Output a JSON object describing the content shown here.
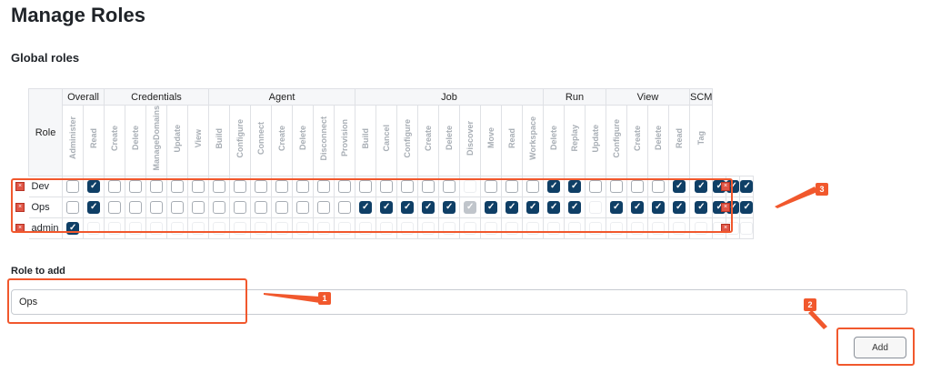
{
  "page": {
    "title": "Manage Roles",
    "section": "Global roles"
  },
  "table": {
    "role_header": "Role",
    "groups": [
      {
        "label": "Overall",
        "perms": [
          "Administer",
          "Read"
        ]
      },
      {
        "label": "Credentials",
        "perms": [
          "Create",
          "Delete",
          "ManageDomains",
          "Update",
          "View"
        ]
      },
      {
        "label": "Agent",
        "perms": [
          "Build",
          "Configure",
          "Connect",
          "Create",
          "Delete",
          "Disconnect",
          "Provision"
        ]
      },
      {
        "label": "Job",
        "perms": [
          "Build",
          "Cancel",
          "Configure",
          "Create",
          "Delete",
          "Discover",
          "Move",
          "Read",
          "Workspace"
        ]
      },
      {
        "label": "Run",
        "perms": [
          "Delete",
          "Replay",
          "Update"
        ]
      },
      {
        "label": "View",
        "perms": [
          "Configure",
          "Create",
          "Delete",
          "Read"
        ]
      },
      {
        "label": "SCM",
        "perms": [
          "Tag"
        ]
      }
    ],
    "rows": [
      {
        "name": "Dev",
        "cells": "0100000000000000000n00011000011111"
      },
      {
        "name": "Ops",
        "cells": "0100000000000011111g11111n11111111"
      },
      {
        "name": "admin",
        "cells": "1nnnnnnnnnnnnnnnnnnnnnnnnnnnnnnnnn"
      }
    ],
    "delete_icon_symbol": "×"
  },
  "role_to_add": {
    "label": "Role to add",
    "value": "Ops"
  },
  "add_button": {
    "label": "Add"
  },
  "annotations": {
    "color": "#f1582d",
    "badges": [
      "1",
      "2",
      "3"
    ]
  },
  "colors": {
    "checked": "#0f3f66",
    "disabled_checked": "#c0c5cb",
    "delete": "#e05545"
  }
}
